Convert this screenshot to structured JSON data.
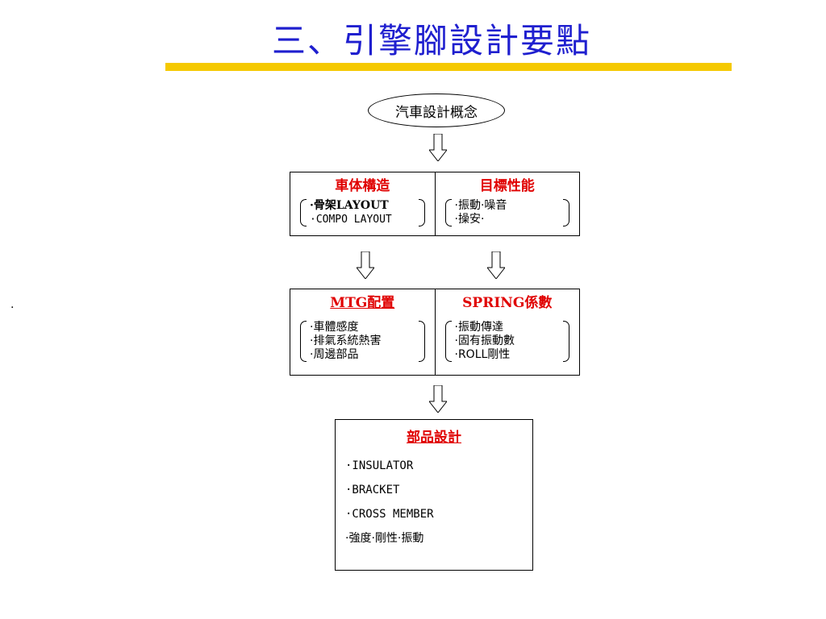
{
  "title": "三、引擎腳設計要點",
  "stray_mark": ".",
  "concept": "汽車設計概念",
  "row1": {
    "left": {
      "heading": "車体構造",
      "items": [
        "·骨架LAYOUT",
        "·COMPO LAYOUT"
      ]
    },
    "right": {
      "heading": "目標性能",
      "items": [
        "·振動·噪音",
        "·操安·"
      ]
    }
  },
  "row2": {
    "left": {
      "heading": "MTG配置",
      "items": [
        "·車體感度",
        "·排氣系統熱害",
        "·周邊部品"
      ]
    },
    "right": {
      "heading": "SPRING係數",
      "items": [
        "·振動傳達",
        "·固有振動數",
        "·ROLL剛性"
      ]
    }
  },
  "parts": {
    "heading": "部品設計",
    "items": [
      "·INSULATOR",
      "·BRACKET",
      "·CROSS MEMBER",
      "·強度·剛性·振動"
    ]
  },
  "colors": {
    "title": "#1f1fcf",
    "title_bar": "#f5c900",
    "heading": "#e00000"
  }
}
